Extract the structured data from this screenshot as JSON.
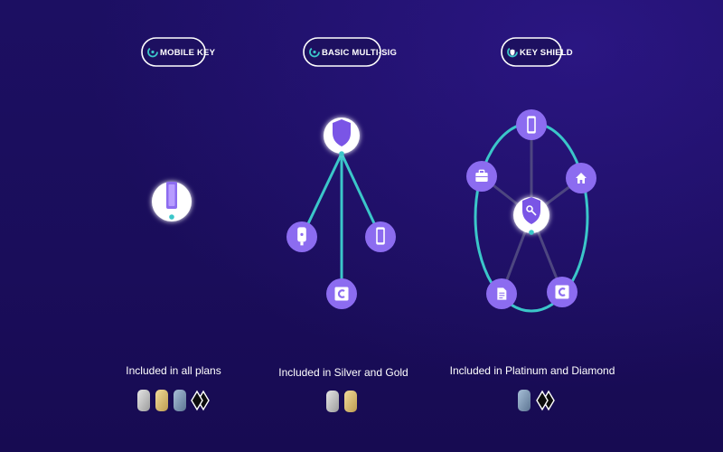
{
  "colors": {
    "background": "#1b0e5e",
    "accent_teal": "#3bc6c9",
    "node_purple": "#8c6cf0",
    "node_white": "#ffffff",
    "icon_purple": "#7a55e6",
    "spoke_gray": "#4d4680"
  },
  "panels": [
    {
      "id": "mobile-key",
      "title": "MOBILE KEY",
      "title_icon": "partial-ring-icon",
      "caption": "Included in all plans",
      "center_icon": "phone-icon",
      "plan_icons": [
        "silver-plan-icon",
        "gold-plan-icon",
        "platinum-plan-icon",
        "diamond-plan-icon"
      ]
    },
    {
      "id": "basic-multi-sig",
      "title": "BASIC MULTI-SIG",
      "title_icon": "partial-ring-icon",
      "caption": "Included in Silver and Gold",
      "center_icon": "shield-icon",
      "child_icons": [
        "hardware-key-icon",
        "phone-icon",
        "coinbase-icon"
      ],
      "plan_icons": [
        "silver-plan-icon",
        "gold-plan-icon"
      ]
    },
    {
      "id": "key-shield",
      "title": "KEY SHIELD",
      "title_icon": "shield-ring-icon",
      "caption": "Included in Platinum and Diamond",
      "center_icon": "shield-key-icon",
      "ring_icons": [
        "phone-icon",
        "house-icon",
        "coinbase-icon",
        "document-icon",
        "briefcase-icon"
      ],
      "plan_icons": [
        "platinum-plan-icon",
        "diamond-plan-icon"
      ]
    }
  ]
}
